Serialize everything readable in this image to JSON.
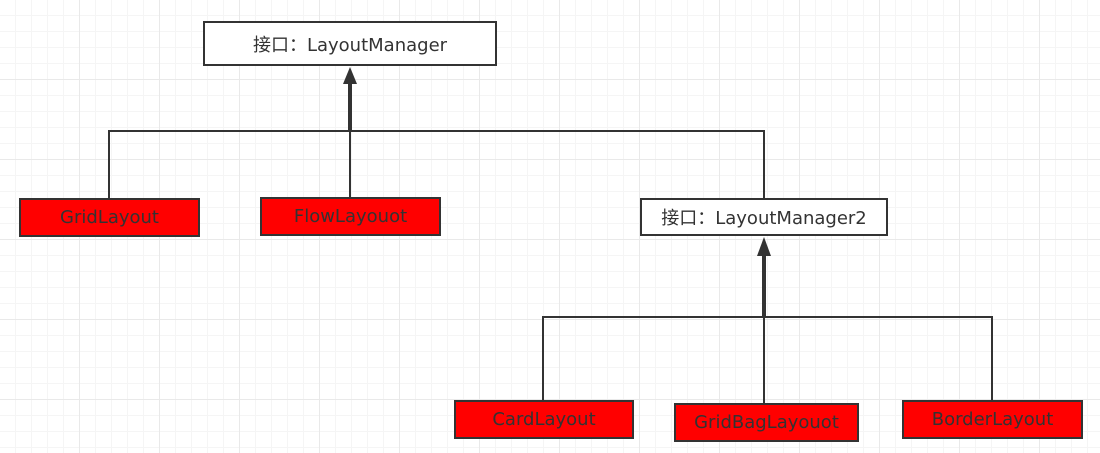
{
  "diagram": {
    "nodes": {
      "layout_manager": "接口：LayoutManager",
      "grid_layout": "GridLayout",
      "flow_layout": "FlowLayouot",
      "layout_manager2": "接口：LayoutManager2",
      "card_layout": "CardLayout",
      "grid_bag_layout": "GridBagLayouot",
      "border_layout": "BorderLayout"
    },
    "colors": {
      "implementation_fill": "#ff0000",
      "interface_fill": "#ffffff",
      "line": "#333333"
    }
  }
}
